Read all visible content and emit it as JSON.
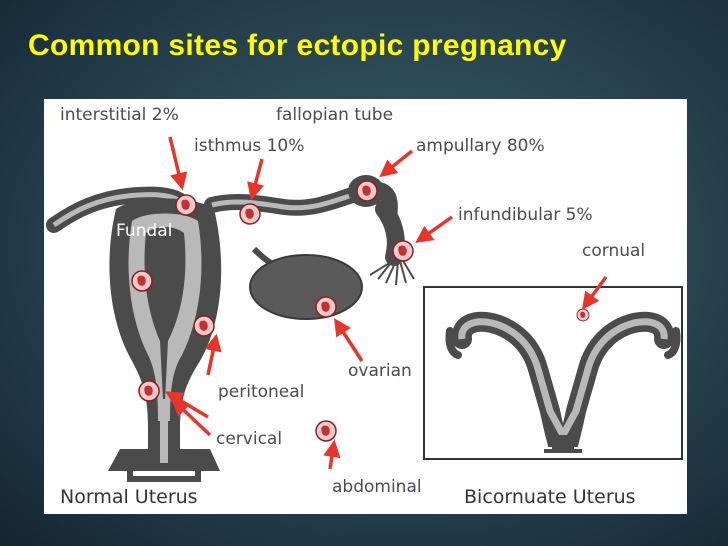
{
  "title": "Common sites for ectopic pregnancy",
  "labels": {
    "interstitial": "interstitial 2%",
    "fallopian_tube": "fallopian tube",
    "isthmus": "isthmus 10%",
    "ampullary": "ampullary 80%",
    "fundal": "Fundal",
    "infundibular": "infundibular 5%",
    "cornual": "cornual",
    "ovarian": "ovarian",
    "peritoneal": "peritoneal",
    "cervical": "cervical",
    "abdominal": "abdominal",
    "normal_uterus": "Normal Uterus",
    "bicornuate_uterus": "Bicornuate Uterus"
  },
  "colors": {
    "title": "#ffff00",
    "arrow": "#e8342a",
    "tissue_dark": "#4b4b4b",
    "tissue_light": "#b9b9b9",
    "embryo": "#d03a3a"
  }
}
